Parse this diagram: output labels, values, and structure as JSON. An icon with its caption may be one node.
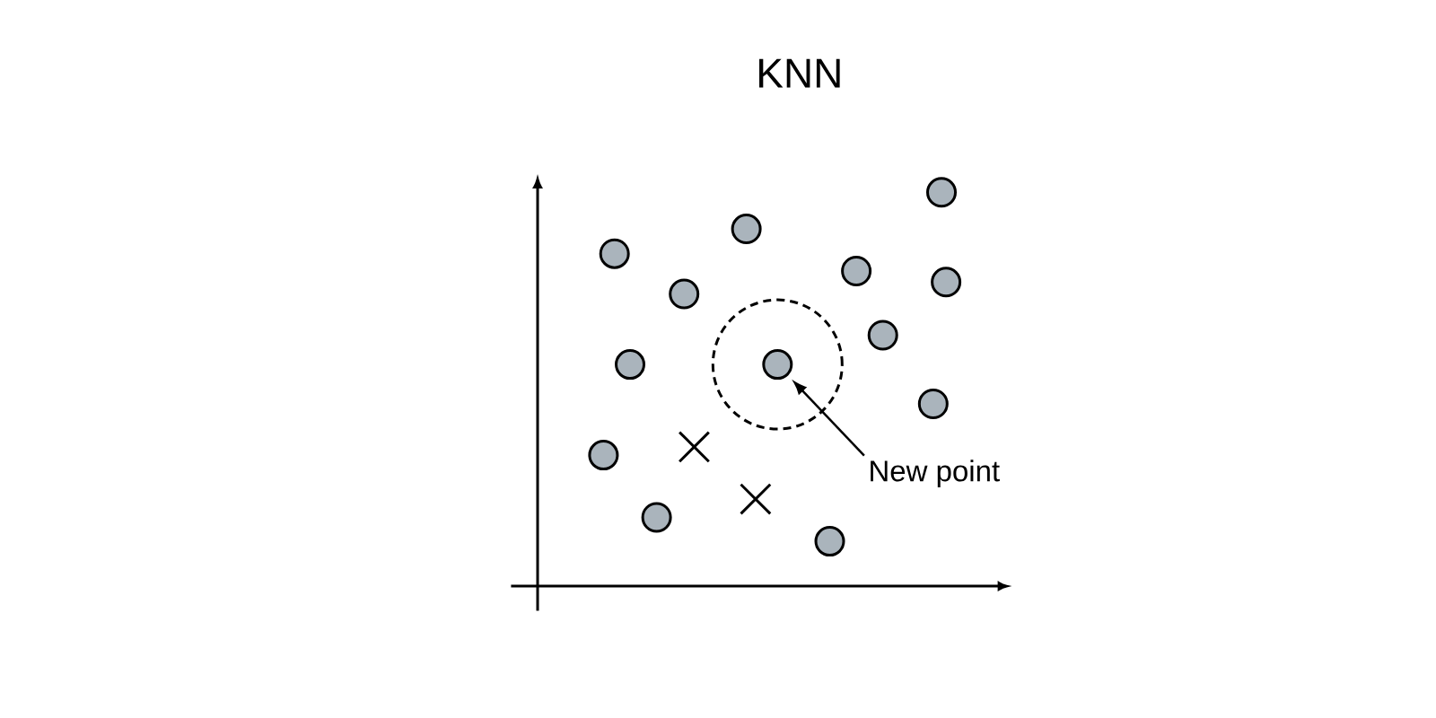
{
  "diagram": {
    "title": "KNN",
    "nodes": [
      {
        "text": [],
        "shape": "circle"
      },
      {
        "text": [],
        "shape": "circle"
      },
      {
        "text": [],
        "shape": "circle"
      },
      {
        "text": [],
        "shape": "circle"
      },
      {
        "text": [],
        "shape": "circle"
      },
      {
        "text": [],
        "shape": "circle"
      },
      {
        "text": [],
        "shape": "circle"
      },
      {
        "text": [],
        "shape": "circle"
      },
      {
        "text": [],
        "shape": "circle"
      },
      {
        "text": [],
        "shape": "circle"
      },
      {
        "text": [],
        "shape": "circle"
      },
      {
        "text": [],
        "shape": "circle"
      },
      {
        "text": [],
        "shape": "circle"
      },
      {
        "text": [
          "New point"
        ]
      }
    ],
    "edges": [
      {
        "from": 13,
        "to": 8,
        "arrow": "to"
      }
    ]
  }
}
